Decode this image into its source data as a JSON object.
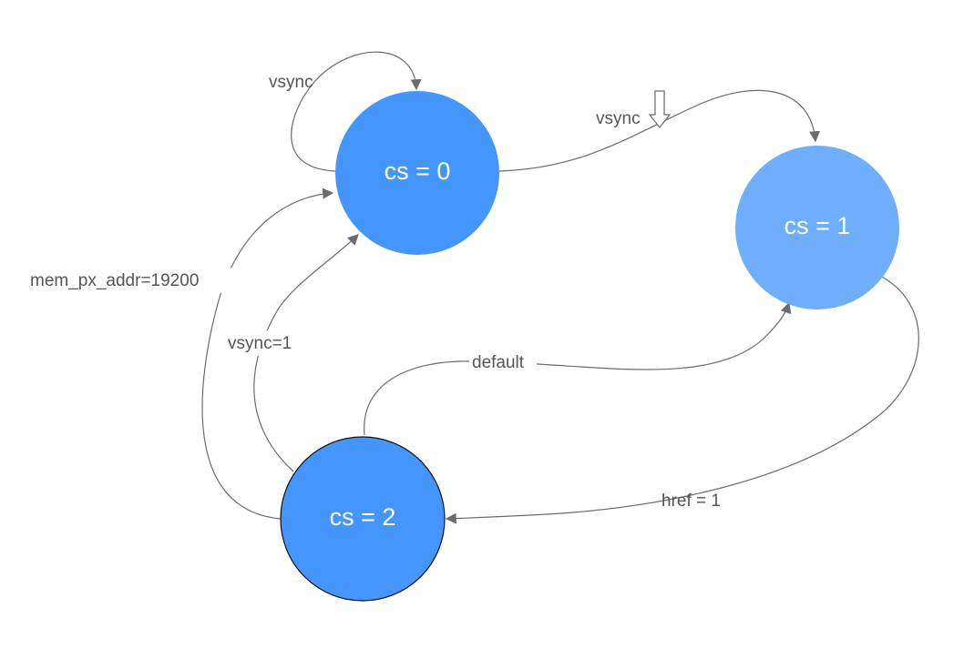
{
  "colors": {
    "state_primary": "#4496fc",
    "state_light": "#6faefc",
    "edge": "#6b6b6b",
    "label_text": "#555555",
    "outline": "#111111"
  },
  "states": [
    {
      "id": "s0",
      "label": "cs = 0",
      "color": "#4496fc"
    },
    {
      "id": "s1",
      "label": "cs = 1",
      "color": "#6faefc"
    },
    {
      "id": "s2",
      "label": "cs = 2",
      "color": "#4496fc"
    }
  ],
  "transitions": [
    {
      "from": "s0",
      "to": "s0",
      "label": "vsync"
    },
    {
      "from": "s0",
      "to": "s1",
      "label": "vsync"
    },
    {
      "from": "s2",
      "to": "s0",
      "label": "mem_px_addr=19200"
    },
    {
      "from": "s2",
      "to": "s0",
      "label": "vsync=1"
    },
    {
      "from": "s2",
      "to": "s1",
      "label": "default"
    },
    {
      "from": "s1",
      "to": "s2",
      "label": "href = 1"
    }
  ],
  "icons": {
    "falling_edge": "down-arrow-outline-icon"
  }
}
